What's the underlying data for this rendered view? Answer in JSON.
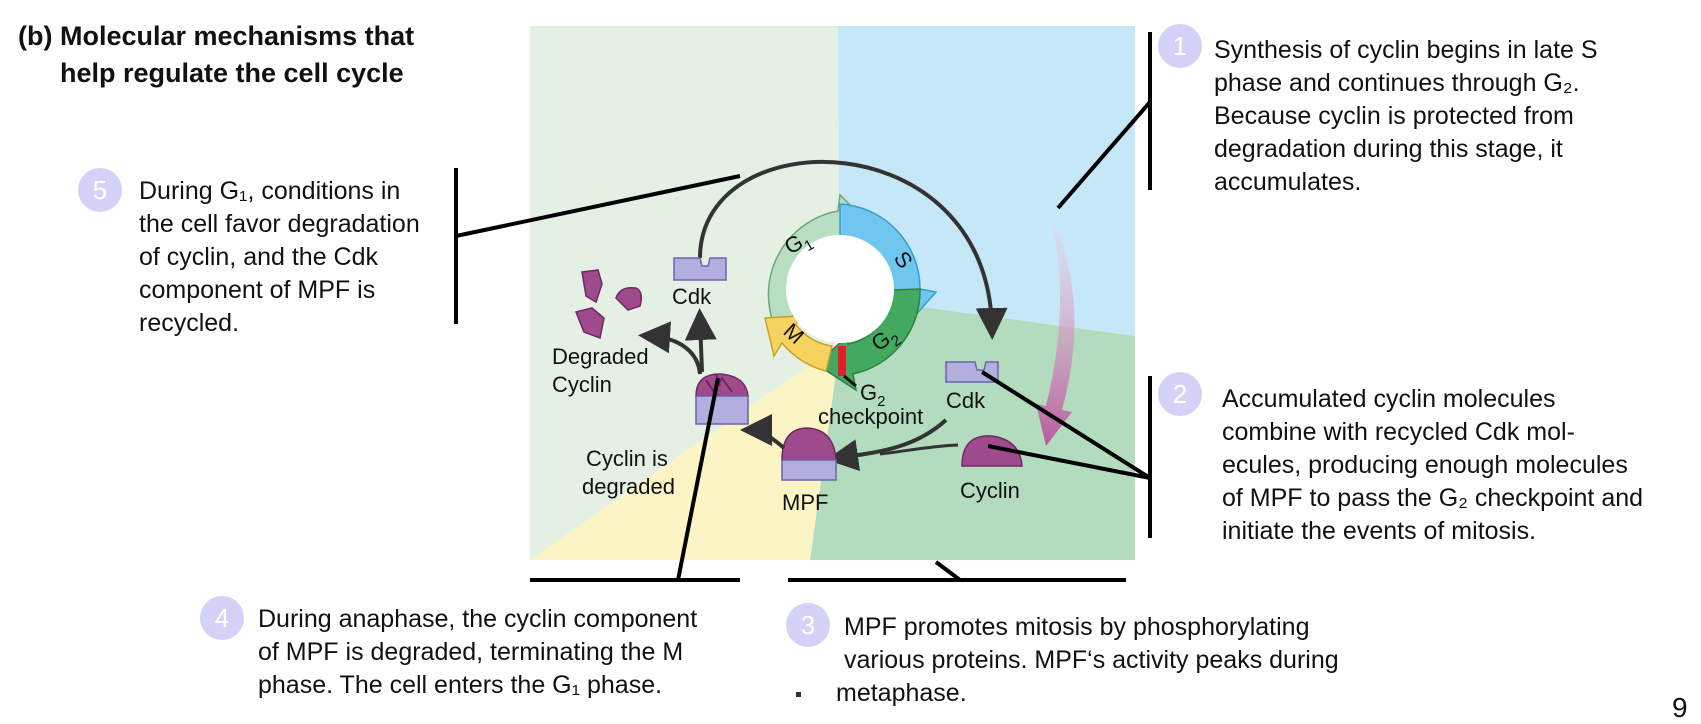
{
  "title": {
    "line1": "(b) Molecular mechanisms that",
    "line2": "help regulate the cell cycle"
  },
  "steps": [
    {
      "num": "1",
      "lines": [
        "Synthesis of cyclin begins in late S",
        "phase and continues through G₂.",
        "Because cyclin is protected from",
        "degradation during this stage, it",
        "accumulates."
      ]
    },
    {
      "num": "2",
      "lines": [
        "Accumulated cyclin molecules",
        "combine with recycled Cdk mol-",
        "ecules, producing enough molecules",
        "of MPF to pass the G₂ checkpoint and",
        "initiate the events of mitosis."
      ]
    },
    {
      "num": "3",
      "lines": [
        "MPF promotes mitosis by phosphorylating",
        "various proteins. MPF‘s activity peaks during",
        "metaphase."
      ]
    },
    {
      "num": "4",
      "lines": [
        "During anaphase, the cyclin component",
        "of MPF is degraded, terminating the M",
        "phase. The cell enters the G₁ phase."
      ]
    },
    {
      "num": "5",
      "lines": [
        "During G₁, conditions in",
        "the cell favor degradation",
        "of cyclin, and the Cdk",
        "component of MPF is",
        "recycled."
      ]
    }
  ],
  "diagram": {
    "phases": {
      "g1": "G",
      "g1_sub": "1",
      "s": "S",
      "g2": "G",
      "g2_sub": "2",
      "m": "M"
    },
    "checkpoint": {
      "g": "G",
      "sub": "2",
      "word": "checkpoint"
    },
    "labels": {
      "cdk_top": "Cdk",
      "cdk_right": "Cdk",
      "cyclin": "Cyclin",
      "mpf": "MPF",
      "degraded_1": "Degraded",
      "degraded_2": "Cyclin",
      "cyclin_is": "Cyclin is",
      "degraded": "degraded"
    }
  },
  "page_number": "9",
  "colors": {
    "g1_region": "#e4f0e4",
    "s_region": "#c6e7f8",
    "g2_region": "#b3dcbe",
    "m_region": "#fbf4c4",
    "cyclin": "#a04a8e",
    "cdk": "#b3aee0",
    "arrow_g1": "#b9dfc2",
    "arrow_s": "#6fc7f0",
    "arrow_g2": "#43a95e",
    "arrow_m": "#f6d25e",
    "checkpoint": "#e0202a",
    "step_circle": "#d4d3f7"
  }
}
